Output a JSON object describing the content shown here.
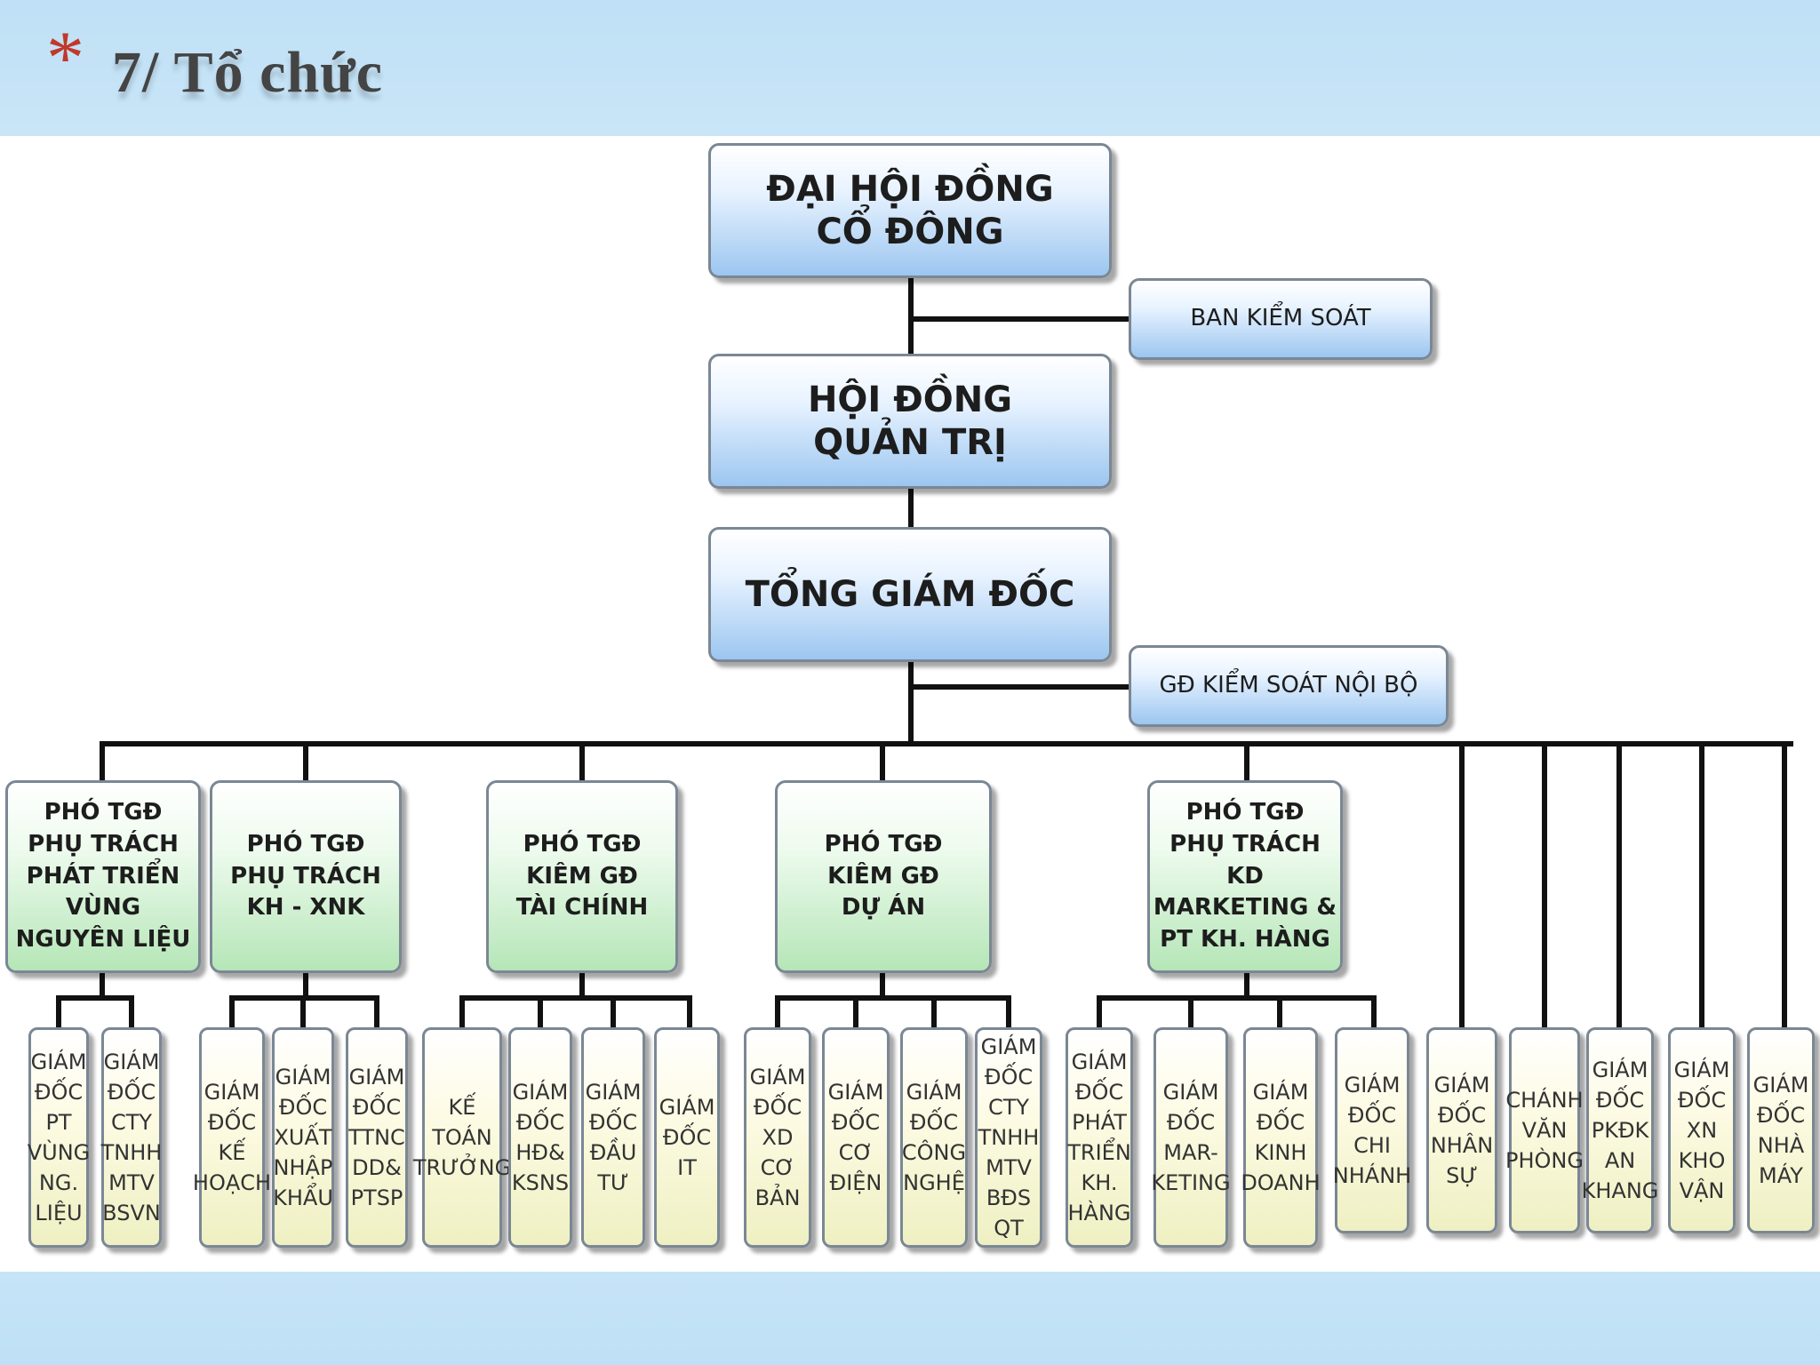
{
  "slide": {
    "bullet": "*",
    "title": "7/ Tổ chức"
  },
  "org": {
    "shareholders": "ĐẠI HỘI ĐỒNG\nCỔ ĐÔNG",
    "supervisory_board": "BAN KIỂM SOÁT",
    "board": "HỘI ĐỒNG\nQUẢN TRỊ",
    "ceo": "TỔNG GIÁM ĐỐC",
    "internal_audit": "GĐ KIỂM SOÁT NỘI BỘ",
    "vps": [
      {
        "label": "PHÓ TGĐ\nPHỤ TRÁCH\nPHÁT TRIỂN\nVÙNG\nNGUYÊN LIỆU"
      },
      {
        "label": "PHÓ TGĐ\nPHỤ TRÁCH\nKH - XNK"
      },
      {
        "label": "PHÓ TGĐ\nKIÊM GĐ\nTÀI CHÍNH"
      },
      {
        "label": "PHÓ TGĐ\nKIÊM GĐ\nDỰ ÁN"
      },
      {
        "label": "PHÓ TGĐ\nPHỤ TRÁCH KD\nMARKETING &\nPT KH. HÀNG"
      }
    ],
    "units": [
      {
        "label": "GIÁM\nĐỐC\nPT\nVÙNG\nNG.\nLIỆU"
      },
      {
        "label": "GIÁM\nĐỐC\nCTY\nTNHH\nMTV\nBSVN"
      },
      {
        "label": "GIÁM\nĐỐC\nKẾ\nHOẠCH"
      },
      {
        "label": "GIÁM\nĐỐC\nXUẤT\nNHẬP\nKHẨU"
      },
      {
        "label": "GIÁM\nĐỐC\nTTNC\nDD&\nPTSP"
      },
      {
        "label": "KẾ\nTOÁN\nTRƯỞNG"
      },
      {
        "label": "GIÁM\nĐỐC\nHĐ&\nKSNS"
      },
      {
        "label": "GIÁM\nĐỐC\nĐẦU\nTƯ"
      },
      {
        "label": "GIÁM\nĐỐC\nIT"
      },
      {
        "label": "GIÁM\nĐỐC\nXD\nCƠ\nBẢN"
      },
      {
        "label": "GIÁM\nĐỐC\nCƠ\nĐIỆN"
      },
      {
        "label": "GIÁM\nĐỐC\nCÔNG\nNGHỆ"
      },
      {
        "label": "GIÁM\nĐỐC\nCTY\nTNHH\nMTV\nBĐS\nQT"
      },
      {
        "label": "GIÁM\nĐỐC\nPHÁT\nTRIỂN\nKH.\nHÀNG"
      },
      {
        "label": "GIÁM\nĐỐC\nMAR-\nKETING"
      },
      {
        "label": "GIÁM\nĐỐC\nKINH\nDOANH"
      },
      {
        "label": "GIÁM\nĐỐC\nCHI\nNHÁNH"
      },
      {
        "label": "GIÁM\nĐỐC\nNHÂN\nSỰ"
      },
      {
        "label": "CHÁNH\nVĂN\nPHÒNG"
      },
      {
        "label": "GIÁM\nĐỐC\nPKĐK\nAN\nKHANG"
      },
      {
        "label": "GIÁM\nĐỐC\nXN\nKHO\nVẬN"
      },
      {
        "label": "GIÁM\nĐỐC\nNHÀ\nMÁY"
      }
    ]
  }
}
